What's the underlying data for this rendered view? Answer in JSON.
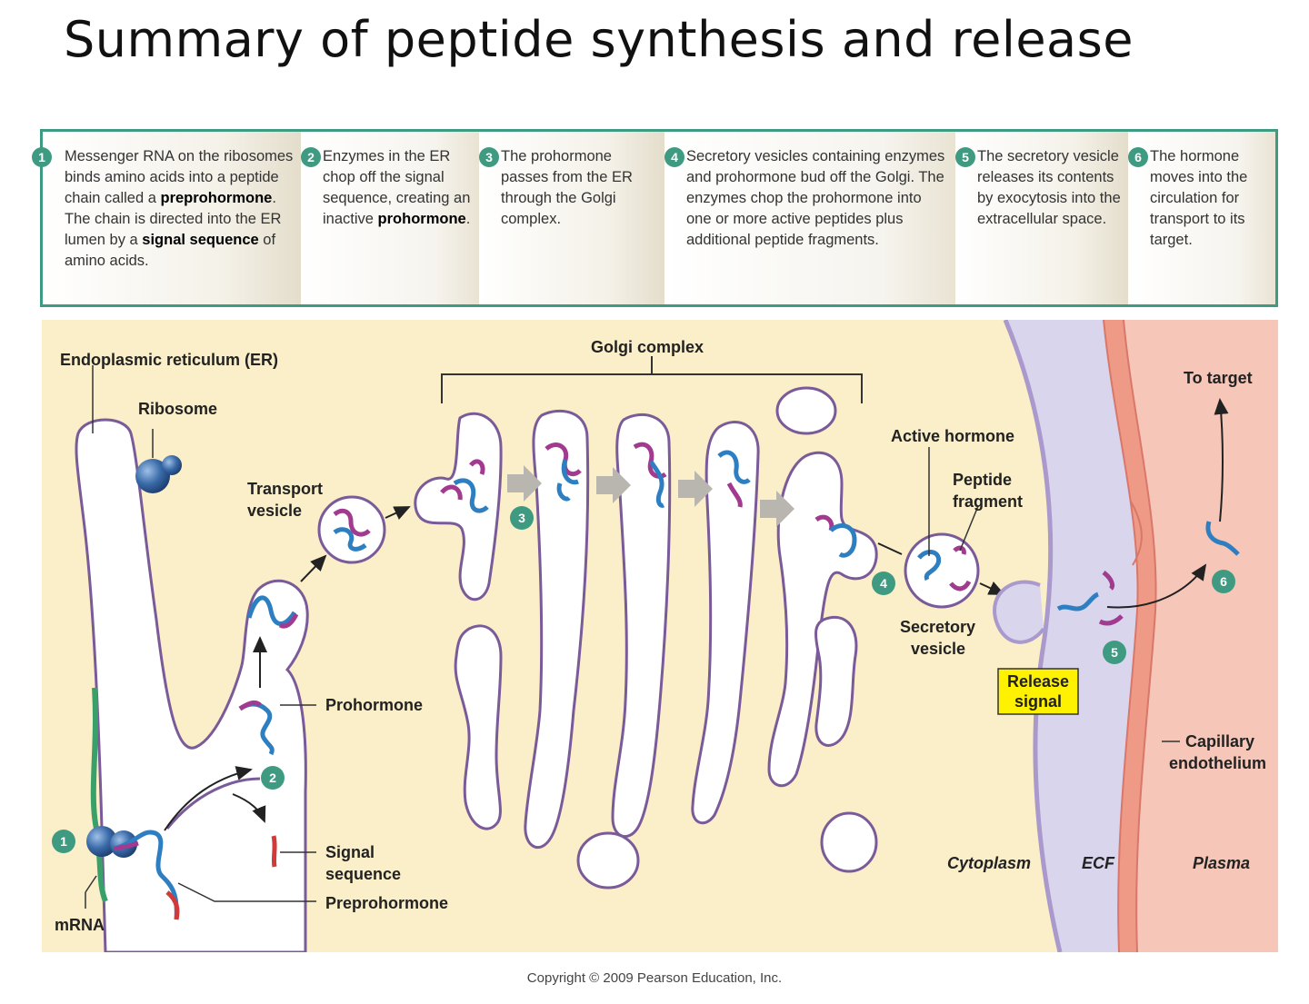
{
  "title": "Summary of peptide synthesis and release",
  "steps": [
    {
      "num": "1",
      "parts": [
        "Messenger RNA on the ribosomes binds amino acids into a peptide chain called a ",
        "preprohormone",
        ". The chain is directed into the ER lumen by a ",
        "signal sequence",
        " of amino acids."
      ]
    },
    {
      "num": "2",
      "parts": [
        "Enzymes in the ER chop off the signal sequence, creating an inactive ",
        "prohormone",
        "."
      ]
    },
    {
      "num": "3",
      "parts": [
        "The prohormone passes from the ER through the Golgi complex."
      ]
    },
    {
      "num": "4",
      "parts": [
        "Secretory vesicles containing enzymes and prohormone bud off the Golgi. The enzymes chop the prohormone into one or more active peptides plus additional peptide fragments."
      ]
    },
    {
      "num": "5",
      "parts": [
        "The secretory vesicle releases its contents by exocytosis into the extracellular space."
      ]
    },
    {
      "num": "6",
      "parts": [
        "The hormone moves into the circulation for transport to its target."
      ]
    }
  ],
  "labels": {
    "er": "Endoplasmic reticulum (ER)",
    "ribosome": "Ribosome",
    "transport1": "Transport",
    "transport2": "vesicle",
    "golgi": "Golgi complex",
    "active_hormone": "Active hormone",
    "peptide1": "Peptide",
    "peptide2": "fragment",
    "to_target": "To target",
    "prohormone": "Prohormone",
    "secretory1": "Secretory",
    "secretory2": "vesicle",
    "release1": "Release",
    "release2": "signal",
    "capillary1": "Capillary",
    "capillary2": "endothelium",
    "signal1": "Signal",
    "signal2": "sequence",
    "preprohormone": "Preprohormone",
    "mrna": "mRNA",
    "cytoplasm": "Cytoplasm",
    "ecf": "ECF",
    "plasma": "Plasma"
  },
  "markers": {
    "m1": "1",
    "m2": "2",
    "m3": "3",
    "m4": "4",
    "m5": "5",
    "m6": "6"
  },
  "copyright": "Copyright © 2009 Pearson Education, Inc.",
  "colors": {
    "cytoplasm": "#faefc8",
    "ecf": "#d9d5ec",
    "plasma": "#f6c7b9",
    "endothelium": "#ee9a86",
    "membrane": "#a999cc",
    "step_badge": "#3f9a82",
    "hormone_blue": "#2e7fc2",
    "fragment_purple": "#a23a8f",
    "release_box": "#fff200"
  }
}
